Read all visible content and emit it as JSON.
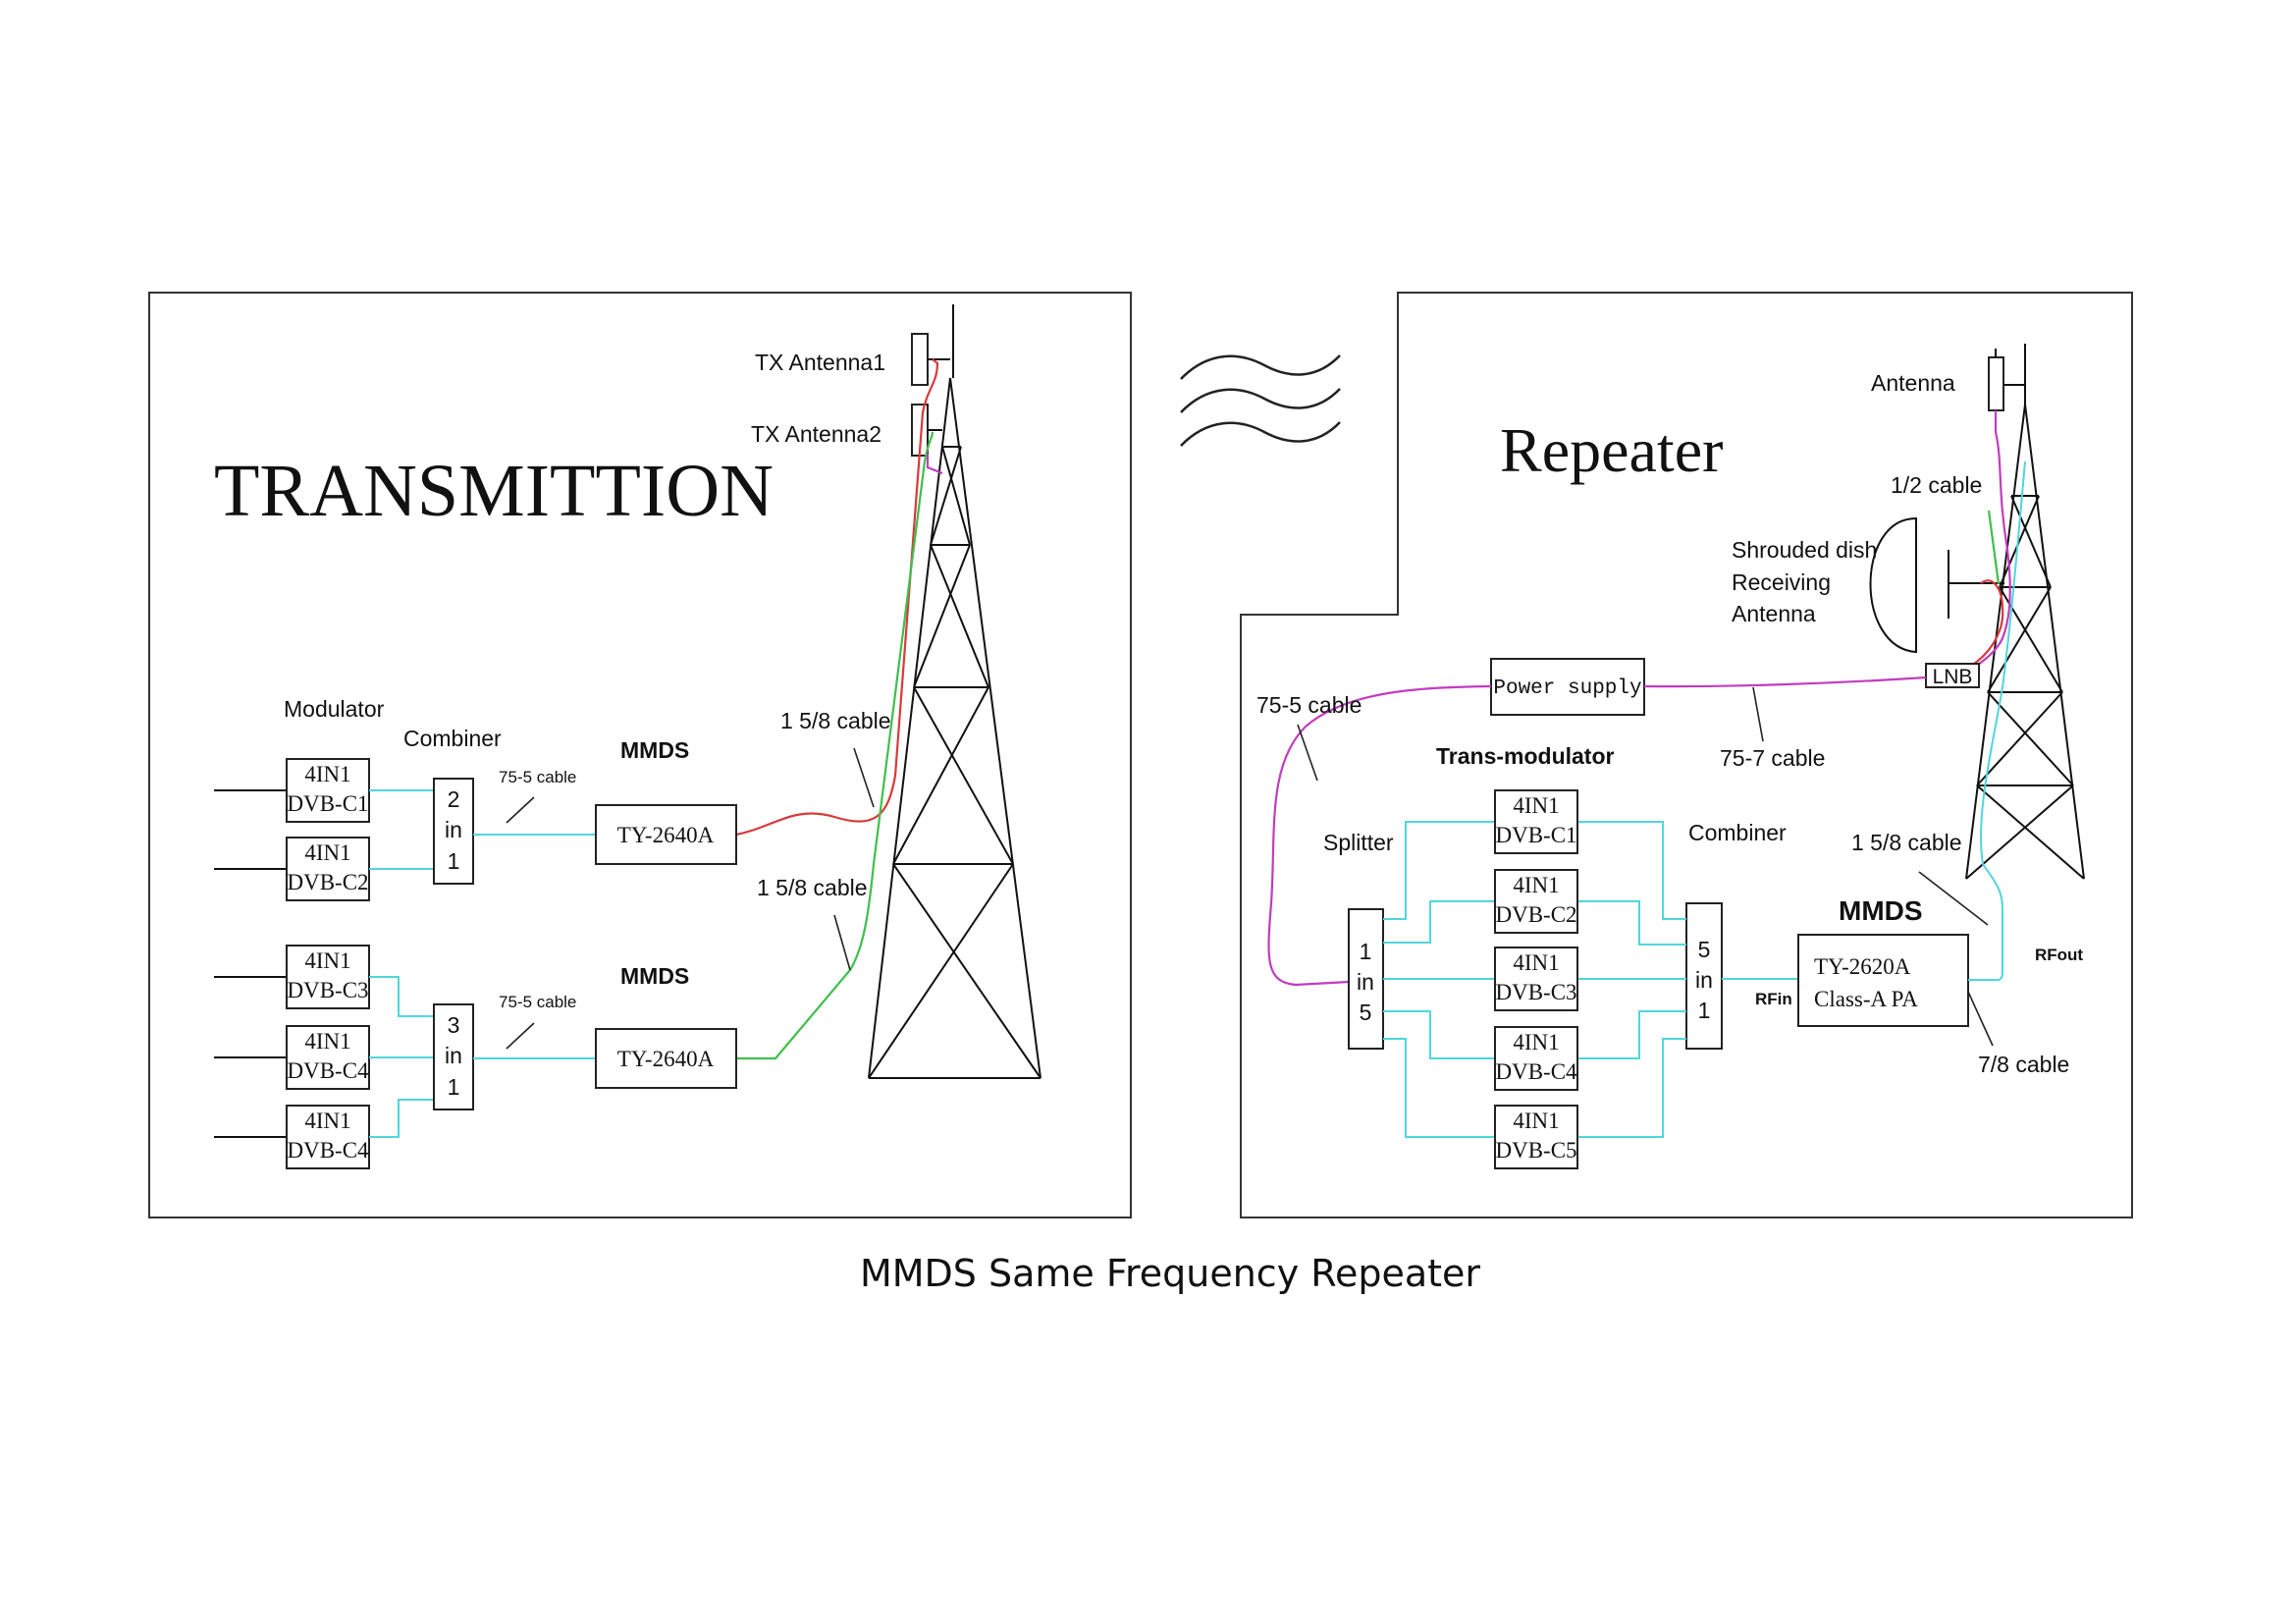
{
  "caption": "MMDS Same Frequency Repeater",
  "transmission": {
    "title": "TRANSMITTION",
    "tx_antenna1": "TX Antenna1",
    "tx_antenna2": "TX Antenna2",
    "modulator_label": "Modulator",
    "combiner_label": "Combiner",
    "mmds1": "MMDS",
    "mmds2": "MMDS",
    "cable_75_5_a": "75-5 cable",
    "cable_75_5_b": "75-5 cable",
    "cable_158_a": "1 5/8 cable",
    "cable_158_b": "1 5/8 cable",
    "modulators": [
      {
        "line1": "4IN1",
        "line2": "DVB-C1"
      },
      {
        "line1": "4IN1",
        "line2": "DVB-C2"
      },
      {
        "line1": "4IN1",
        "line2": "DVB-C3"
      },
      {
        "line1": "4IN1",
        "line2": "DVB-C4"
      },
      {
        "line1": "4IN1",
        "line2": "DVB-C4"
      }
    ],
    "combiner_2in1": [
      "2",
      "in",
      "1"
    ],
    "combiner_3in1": [
      "3",
      "in",
      "1"
    ],
    "tx1_model": "TY-2640A",
    "tx2_model": "TY-2640A"
  },
  "repeater": {
    "title": "Repeater",
    "antenna": "Antenna",
    "cable_half": "1/2 cable",
    "dish_line1": "Shrouded dish",
    "dish_line2": "Receiving",
    "dish_line3": "Antenna",
    "lnb": "LNB",
    "power_supply": "Power supply",
    "cable_75_5": "75-5 cable",
    "cable_75_7": "75-7 cable",
    "transmodulator_label": "Trans-modulator",
    "splitter_label": "Splitter",
    "combiner_label": "Combiner",
    "cable_158": "1 5/8 cable",
    "mmds": "MMDS",
    "rfin": "RFin",
    "rfout": "RFout",
    "cable_78": "7/8 cable",
    "splitter_text": [
      "1",
      "in",
      "5"
    ],
    "combiner_text": [
      "5",
      "in",
      "1"
    ],
    "pa_line1": "TY-2620A",
    "pa_line2": "Class-A PA",
    "transmodulators": [
      {
        "line1": "4IN1",
        "line2": "DVB-C1"
      },
      {
        "line1": "4IN1",
        "line2": "DVB-C2"
      },
      {
        "line1": "4IN1",
        "line2": "DVB-C3"
      },
      {
        "line1": "4IN1",
        "line2": "DVB-C4"
      },
      {
        "line1": "4IN1",
        "line2": "DVB-C5"
      }
    ]
  },
  "colors": {
    "if_cable": "#4fd6dc",
    "rf_cable": "#c23cbf",
    "feeder_red": "#d83a3a",
    "feeder_green": "#3fbf4b"
  }
}
